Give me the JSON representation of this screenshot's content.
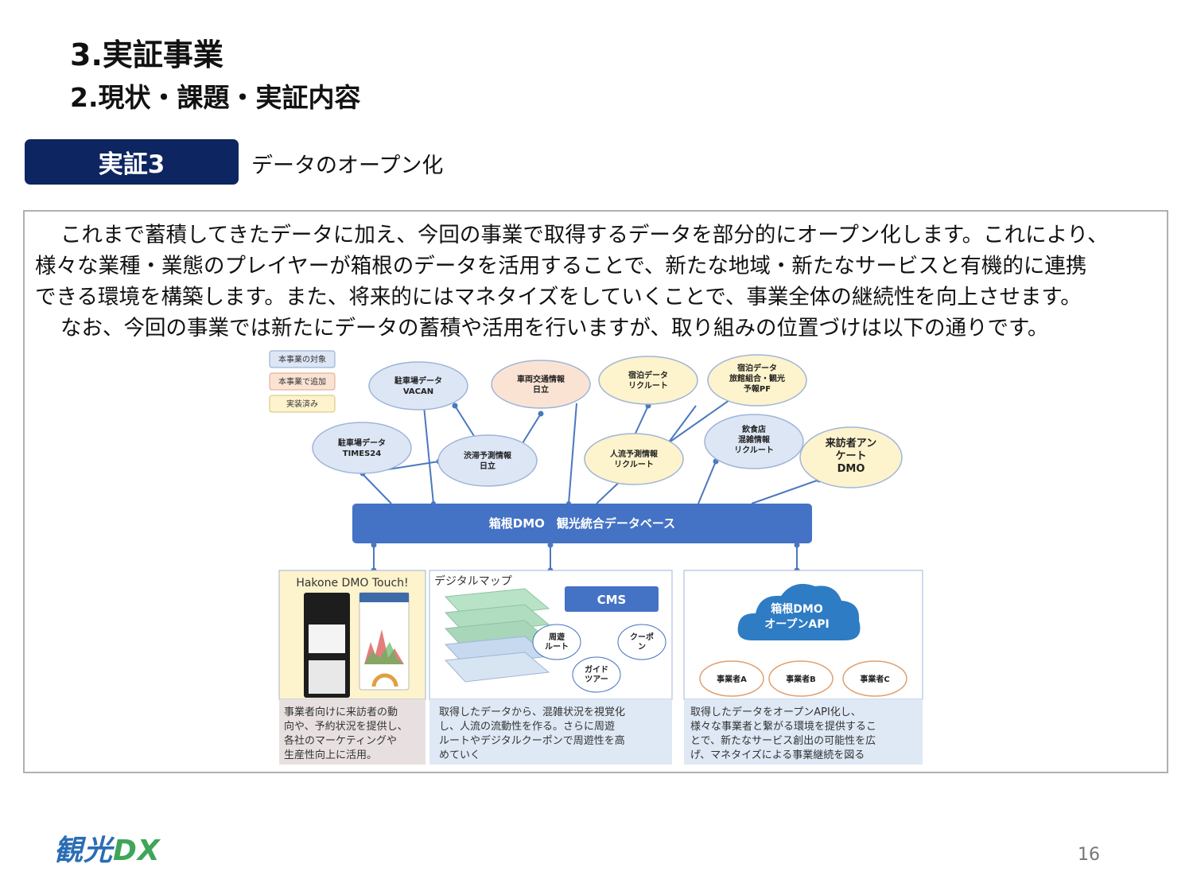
{
  "header": {
    "title": "3.実証事業",
    "subtitle": "2.現状・課題・実証内容"
  },
  "badge": {
    "label": "実証3",
    "description": "データのオープン化"
  },
  "body": {
    "lines": [
      "これまで蓄積してきたデータに加え、今回の事業で取得するデータを部分的にオープン化します。これにより、",
      "様々な業種・業態のプレイヤーが箱根のデータを活用することで、新たな地域・新たなサービスと有機的に連携",
      "できる環境を構築します。また、将来的にはマネタイズをしていくことで、事業全体の継続性を向上させます。",
      "なお、今回の事業では新たにデータの蓄積や活用を行いますが、取り組みの位置づけは以下の通りです。"
    ]
  },
  "diagram": {
    "legend": [
      "本事業の対象",
      "本事業で追加",
      "実装済み"
    ],
    "nodes": {
      "parking_vacan": [
        "駐車場データ",
        "VACAN"
      ],
      "traffic_hitachi": [
        "車両交通情報",
        "日立"
      ],
      "lodging_recruit": [
        "宿泊データ",
        "リクルート"
      ],
      "lodging_pf": [
        "宿泊データ",
        "旅館組合・観光",
        "予報PF"
      ],
      "parking_times": [
        "駐車場データ",
        "TIMES24"
      ],
      "congestion_hitachi": [
        "渋滞予測情報",
        "日立"
      ],
      "flow_recruit": [
        "人流予測情報",
        "リクルート"
      ],
      "restaurant_recruit": [
        "飲食店",
        "混雑情報",
        "リクルート"
      ],
      "survey_dmo": [
        "来訪者アン",
        "ケート",
        "DMO"
      ]
    },
    "database_label": "箱根DMO　観光統合データベース",
    "panels": {
      "touch": {
        "title": "Hakone DMO Touch!",
        "desc": [
          "事業者向けに来訪者の動",
          "向や、予約状況を提供し、",
          "各社のマーケティングや",
          "生産性向上に活用。"
        ]
      },
      "map": {
        "title": "デジタルマップ",
        "cms": "CMS",
        "route": [
          "周遊",
          "ルート"
        ],
        "coupon": [
          "クーポ",
          "ン"
        ],
        "guide": [
          "ガイド",
          "ツアー"
        ],
        "desc": [
          "取得したデータから、混雑状況を視覚化",
          "し、人流の流動性を作る。さらに周遊",
          "ルートやデジタルクーポンで周遊性を高",
          "めていく"
        ]
      },
      "api": {
        "cloud": [
          "箱根DMO",
          "オープンAPI"
        ],
        "operators": [
          "事業者A",
          "事業者B",
          "事業者C"
        ],
        "desc": [
          "取得したデータをオープンAPI化し、",
          "様々な事業者と繋がる環境を提供するこ",
          "とで、新たなサービス創出の可能性を広",
          "げ、マネタイズによる事業継続を図る"
        ]
      }
    },
    "colors": {
      "target": "#dce6f5",
      "added": "#fbe3d4",
      "implemented": "#fdf3cc",
      "database": "#4472c4",
      "line": "#4a78c0",
      "operator_border": "#e0a070"
    }
  },
  "footer": {
    "logo_main": "観光",
    "logo_dx": "DX",
    "page_number": "16"
  }
}
